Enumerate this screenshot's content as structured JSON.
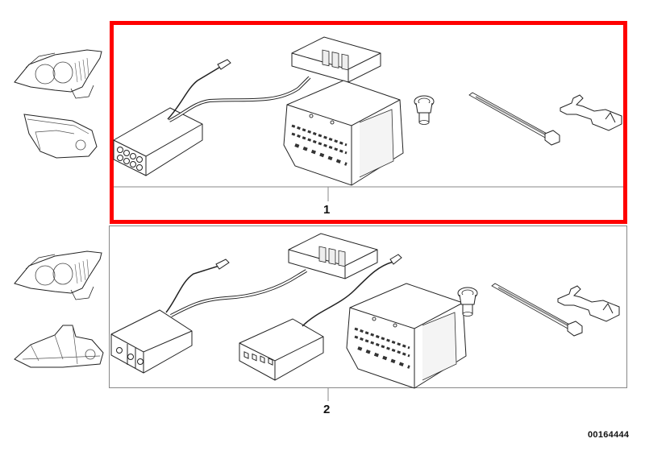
{
  "diagram": {
    "type": "parts-exploded-diagram",
    "highlight_color": "#ff0000",
    "frame_color": "#888888",
    "groups": [
      {
        "callout": "1",
        "highlighted": true,
        "reference_vehicle_parts": [
          "headlight",
          "tail-light"
        ],
        "kit_components": [
          "adapter-connector-8-pin",
          "wiring-harness",
          "control-module",
          "multi-pin-connector-housing",
          "grommet",
          "cable-tie",
          "terminal-lock-clip"
        ]
      },
      {
        "callout": "2",
        "highlighted": false,
        "reference_vehicle_parts": [
          "headlight",
          "tail-light-led"
        ],
        "kit_components": [
          "adapter-connector-3-pin",
          "adapter-connector-4-pin",
          "wiring-harness",
          "control-module",
          "multi-pin-connector-housing",
          "grommet",
          "cable-tie",
          "terminal-lock-clip"
        ]
      }
    ],
    "diagram_code": "00164444"
  }
}
